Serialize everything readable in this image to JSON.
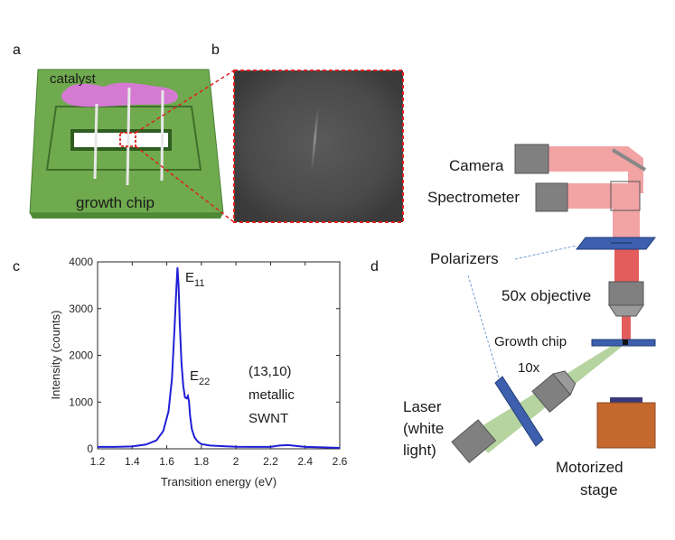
{
  "panels": {
    "a": {
      "label": "a",
      "catalyst_label": "catalyst",
      "chip_label": "growth chip"
    },
    "b": {
      "label": "b"
    },
    "c": {
      "label": "c",
      "annotation": [
        "(13,10)",
        "metallic",
        "SWNT"
      ],
      "peak_labels": [
        {
          "main": "E",
          "sub": "11",
          "energy": 1.66,
          "intensity": 3880
        },
        {
          "main": "E",
          "sub": "22",
          "energy": 1.73,
          "intensity": 1100
        }
      ]
    },
    "d": {
      "label": "d",
      "camera": "Camera",
      "spectrometer": "Spectrometer",
      "polarizers": "Polarizers",
      "objective": "50x objective",
      "growth_chip": "Growth chip",
      "lens10x": "10x",
      "laser": [
        "Laser",
        "(white",
        "light)"
      ],
      "stage": [
        "Motorized",
        "stage"
      ]
    }
  },
  "colors": {
    "chip_green": "#6faa4e",
    "catalyst_pink": "#d57ad3",
    "spectrum_blue": "#1f1fd6",
    "beam_pink": "#f2a3a3",
    "beam_red": "#e35d5d",
    "beam_green": "#a9cc8f",
    "polarizer_blue": "#3d5fae",
    "stage_orange": "#c5682e",
    "device_gray": "#808080",
    "zoom_red": "#e02020"
  },
  "chart_data": {
    "type": "line",
    "xlabel": "Transition energy (eV)",
    "ylabel": "Intensity (counts)",
    "xlim": [
      1.2,
      2.6
    ],
    "ylim": [
      0,
      4000
    ],
    "xticks": [
      1.2,
      1.4,
      1.6,
      1.8,
      2.0,
      2.2,
      2.4,
      2.6
    ],
    "xtick_labels": [
      "1.2",
      "1.4",
      "1.6",
      "1.8",
      "2",
      "2.2",
      "2.4",
      "2.6"
    ],
    "yticks": [
      0,
      1000,
      2000,
      3000,
      4000
    ],
    "ytick_labels": [
      "0",
      "1000",
      "2000",
      "3000",
      "4000"
    ],
    "grid": false,
    "series": [
      {
        "x": [
          1.2,
          1.3,
          1.4,
          1.48,
          1.54,
          1.58,
          1.61,
          1.63,
          1.645,
          1.655,
          1.662,
          1.668,
          1.675,
          1.685,
          1.695,
          1.705,
          1.715,
          1.722,
          1.728,
          1.735,
          1.745,
          1.76,
          1.78,
          1.8,
          1.85,
          1.9,
          2.0,
          2.1,
          2.2,
          2.25,
          2.3,
          2.35,
          2.4,
          2.5,
          2.6
        ],
        "y": [
          40,
          40,
          50,
          90,
          180,
          380,
          800,
          1500,
          2600,
          3400,
          3880,
          3500,
          2700,
          1850,
          1350,
          1100,
          1080,
          1130,
          1020,
          700,
          420,
          250,
          150,
          100,
          70,
          60,
          45,
          40,
          40,
          70,
          80,
          60,
          40,
          30,
          20
        ]
      }
    ]
  }
}
